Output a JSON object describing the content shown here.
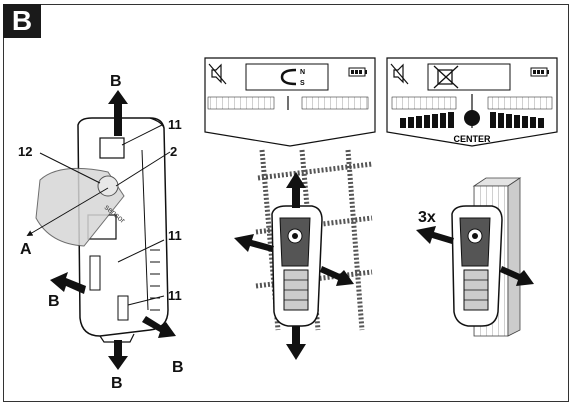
{
  "section_label": "B",
  "callouts": {
    "c11_top": "11",
    "c12": "12",
    "c2": "2",
    "c11_mid": "11",
    "c11_bot": "11"
  },
  "directions": {
    "b_top": "B",
    "b_left": "B",
    "b_bottom": "B",
    "b_right": "B",
    "a_left": "A"
  },
  "sensor_text": "sensor",
  "display_1": {
    "magnet_n": "N",
    "magnet_s": "S"
  },
  "display_2": {
    "center_label": "CENTER"
  },
  "repeat_label": "3x"
}
